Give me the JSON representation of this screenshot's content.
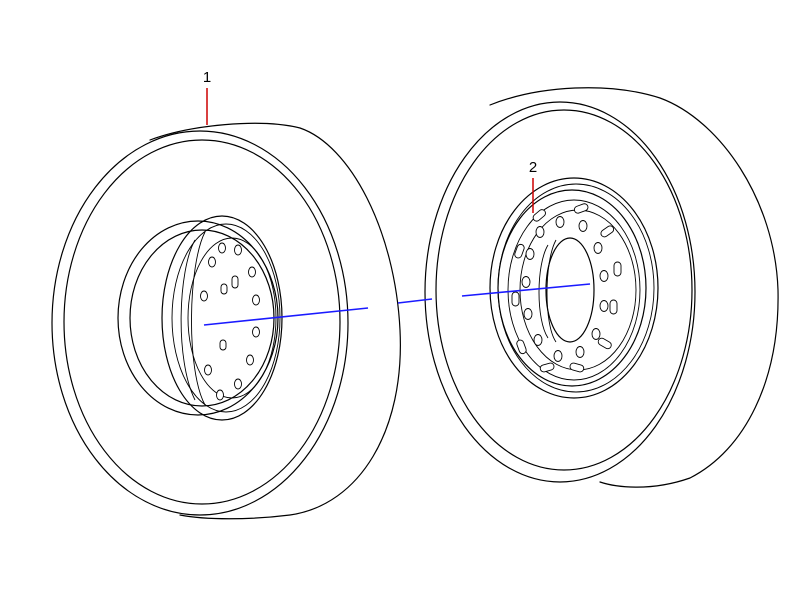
{
  "diagram": {
    "callouts": [
      {
        "id": "callout-1",
        "label": "1"
      },
      {
        "id": "callout-2",
        "label": "2"
      }
    ],
    "colors": {
      "leader": "#cc0000",
      "axis": "#1a1aff",
      "line": "#000000"
    }
  }
}
